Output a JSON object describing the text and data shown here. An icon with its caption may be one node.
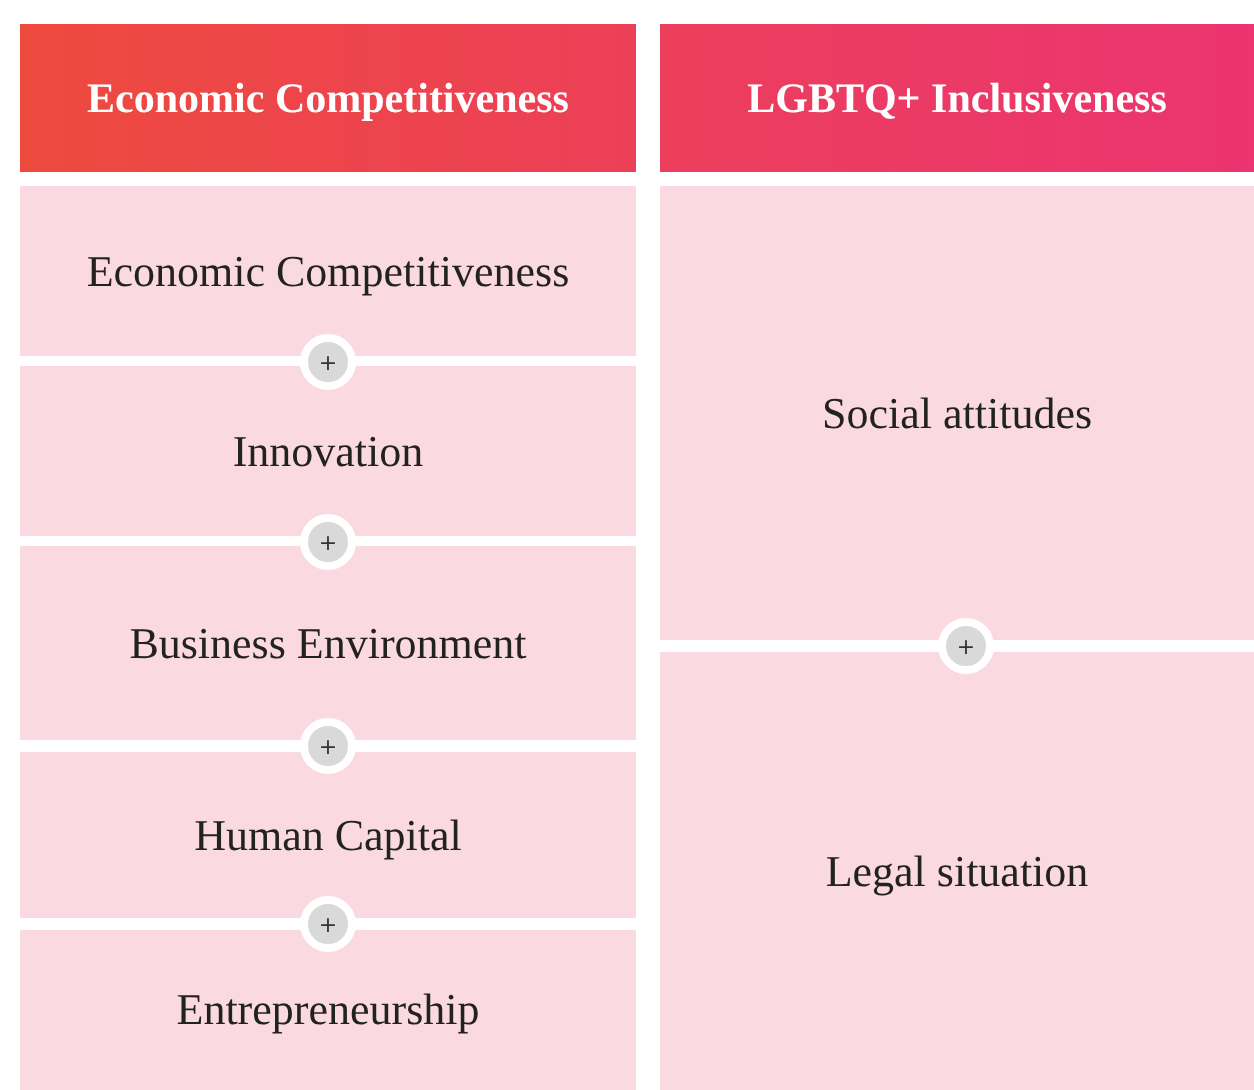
{
  "diagram": {
    "nodes": [
      {
        "text": [
          "Economic Competitiveness"
        ]
      },
      {
        "text": [
          "LGBTQ+ Inclusiveness"
        ]
      },
      {
        "text": [
          "Economic Competitiveness"
        ]
      },
      {
        "text": [
          "+"
        ]
      },
      {
        "text": [
          "Innovation"
        ]
      },
      {
        "text": [
          "+"
        ]
      },
      {
        "text": [
          "Business Environment"
        ]
      },
      {
        "text": [
          "+"
        ]
      },
      {
        "text": [
          "Human Capital"
        ]
      },
      {
        "text": [
          "+"
        ]
      },
      {
        "text": [
          "Entrepreneurship"
        ]
      },
      {
        "text": [
          "Social attitudes"
        ]
      },
      {
        "text": [
          "+"
        ]
      },
      {
        "text": [
          "Legal situation"
        ]
      }
    ]
  }
}
